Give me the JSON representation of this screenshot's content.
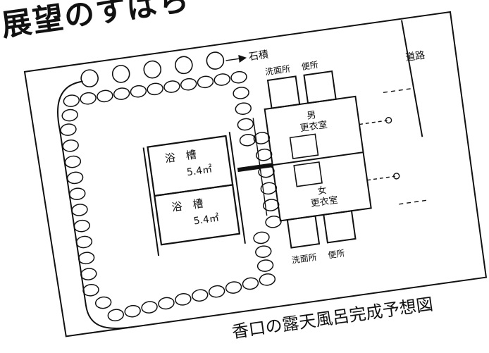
{
  "header": {
    "title": "展望のすばら"
  },
  "labels": {
    "stone_wall": "石積",
    "road": "道路",
    "washroom_top": "洗面所",
    "toilet_top": "便所",
    "men": "男",
    "men_dressing": "更衣室",
    "women": "女",
    "women_dressing": "更衣室",
    "washroom_bottom": "洗面所",
    "toilet_bottom": "便所",
    "bath1_name": "浴　槽",
    "bath1_area": "5.4㎡",
    "bath2_name": "浴　槽",
    "bath2_area": "5.4㎡"
  },
  "caption": "香口の露天風呂完成予想図",
  "colors": {
    "ink": "#111111",
    "paper": "#ffffff"
  }
}
